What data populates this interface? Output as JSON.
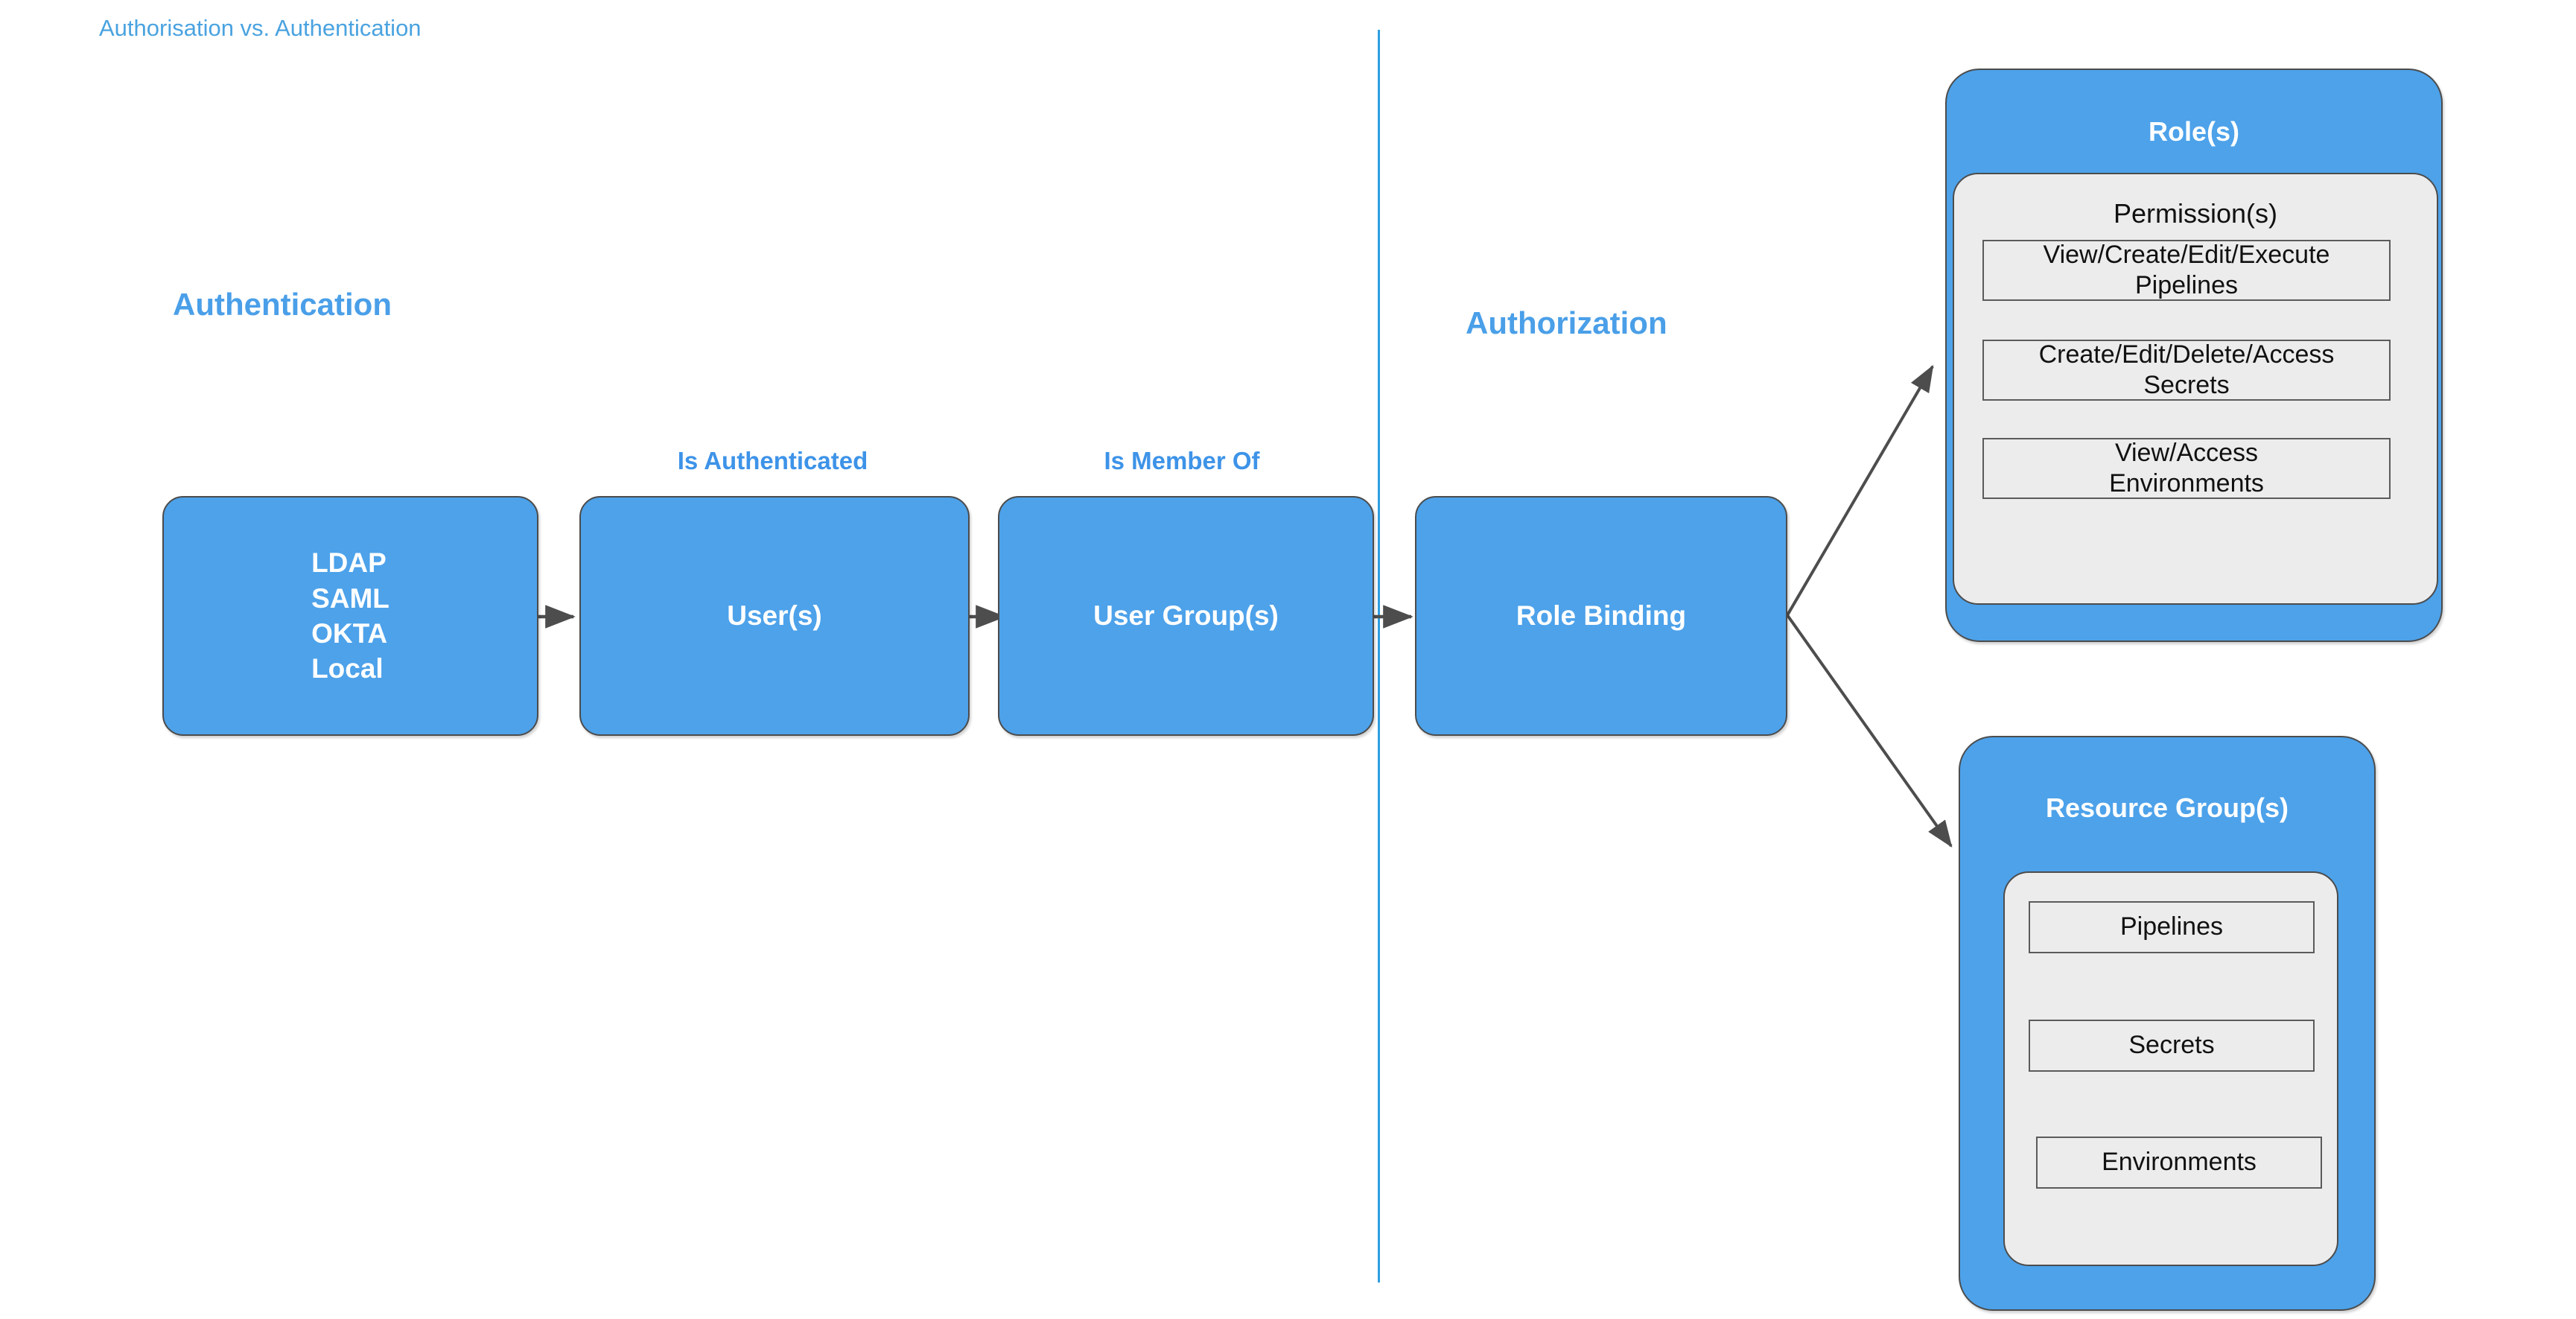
{
  "document": {
    "title": "Authorisation vs. Authentication"
  },
  "sections": [
    {
      "id": "authentication",
      "heading": "Authentication"
    },
    {
      "id": "authorization",
      "heading": "Authorization"
    }
  ],
  "divider": {
    "color": "#2f9ee0"
  },
  "edge_labels": [
    {
      "id": "is-authenticated",
      "text": "Is Authenticated"
    },
    {
      "id": "is-member-of",
      "text": "Is Member Of"
    }
  ],
  "flow_nodes": [
    {
      "id": "identity-providers",
      "label": "LDAP\nSAML\nOKTA\nLocal"
    },
    {
      "id": "users",
      "label": "User(s)"
    },
    {
      "id": "user-groups",
      "label": "User Group(s)"
    },
    {
      "id": "role-binding",
      "label": "Role Binding"
    }
  ],
  "panels": [
    {
      "id": "roles",
      "title": "Role(s)",
      "inner_title": "Permission(s)",
      "items": [
        "View/Create/Edit/Execute\nPipelines",
        "Create/Edit/Delete/Access\nSecrets",
        "View/Access\nEnvironments"
      ]
    },
    {
      "id": "resource-groups",
      "title": "Resource Group(s)",
      "inner_title": "",
      "items": [
        "Pipelines",
        "Secrets",
        "Environments"
      ]
    }
  ],
  "colors": {
    "node_fill": "#4da2ea",
    "node_border": "#4c4c4c",
    "panel_inner_fill": "#ececec",
    "accent_text": "#4a9fe8",
    "title_text": "#4aa3e0",
    "connector": "#4d4d4d"
  }
}
